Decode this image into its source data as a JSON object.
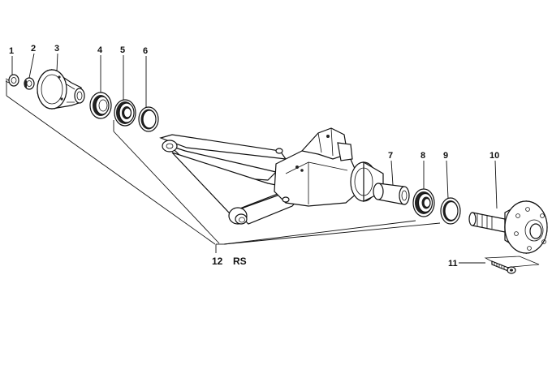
{
  "callouts": {
    "p1": "1",
    "p2": "2",
    "p3": "3",
    "p4": "4",
    "p5": "5",
    "p6": "6",
    "p7": "7",
    "p8": "8",
    "p9": "9",
    "p10": "10",
    "p11": "11",
    "p12": "12",
    "rs": "RS"
  },
  "colors": {
    "ink": "#111111",
    "paper": "#ffffff"
  }
}
